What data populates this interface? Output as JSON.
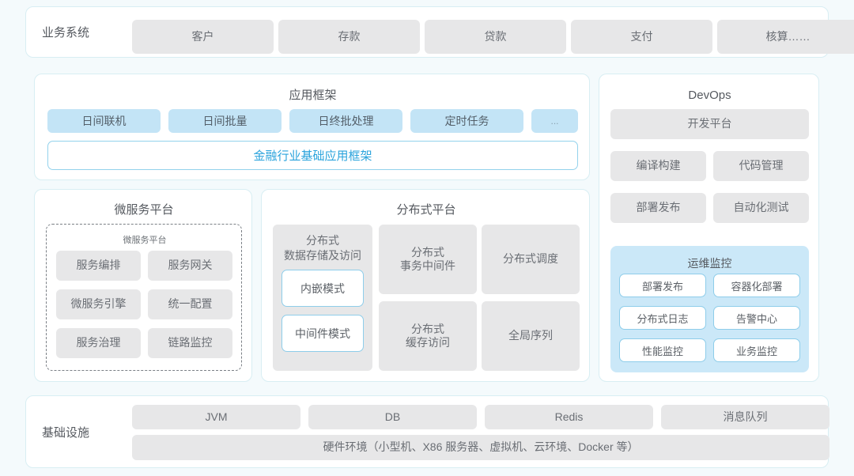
{
  "colors": {
    "page_background": "#f4fafc",
    "card_border": "#d8eef3",
    "chip_grey": "#e7e7e8",
    "chip_blue": "#c3e4f6",
    "accent_blue": "#2aa3dc",
    "ops_panel_blue": "#cbe8f8",
    "text_primary": "#55595f",
    "text_secondary": "#6a6e74"
  },
  "business_systems": {
    "label": "业务系统",
    "items": [
      {
        "label": "客户"
      },
      {
        "label": "存款"
      },
      {
        "label": "贷款"
      },
      {
        "label": "支付"
      },
      {
        "label": "核算……"
      }
    ]
  },
  "application_framework": {
    "title": "应用框架",
    "chips": [
      {
        "label": "日间联机"
      },
      {
        "label": "日间批量"
      },
      {
        "label": "日终批处理"
      },
      {
        "label": "定时任务"
      },
      {
        "label": "..."
      }
    ],
    "base_framework": "金融行业基础应用框架"
  },
  "microservice_platform": {
    "title": "微服务平台",
    "inner_title": "微服务平台",
    "items": [
      {
        "label": "服务编排"
      },
      {
        "label": "服务网关"
      },
      {
        "label": "微服务引擎"
      },
      {
        "label": "统一配置"
      },
      {
        "label": "服务治理"
      },
      {
        "label": "链路监控"
      }
    ]
  },
  "distributed_platform": {
    "title": "分布式平台",
    "storage_column": {
      "title": "分布式\n数据存储及访问",
      "modes": [
        {
          "label": "内嵌模式"
        },
        {
          "label": "中间件模式"
        }
      ]
    },
    "chips": [
      {
        "label": "分布式\n事务中间件"
      },
      {
        "label": "分布式调度"
      },
      {
        "label": "分布式\n缓存访问"
      },
      {
        "label": "全局序列"
      }
    ]
  },
  "devops": {
    "title": "DevOps",
    "platform": "开发平台",
    "chips": [
      {
        "label": "编译构建"
      },
      {
        "label": "代码管理"
      },
      {
        "label": "部署发布"
      },
      {
        "label": "自动化测试"
      }
    ],
    "ops_monitoring": {
      "title": "运维监控",
      "items": [
        {
          "label": "部署发布"
        },
        {
          "label": "容器化部署"
        },
        {
          "label": "分布式日志"
        },
        {
          "label": "告警中心"
        },
        {
          "label": "性能监控"
        },
        {
          "label": "业务监控"
        }
      ]
    }
  },
  "infrastructure": {
    "label": "基础设施",
    "items": [
      {
        "label": "JVM"
      },
      {
        "label": "DB"
      },
      {
        "label": "Redis"
      },
      {
        "label": "消息队列"
      }
    ],
    "hardware_environment": "硬件环境（小型机、X86 服务器、虚拟机、云环境、Docker 等）"
  }
}
